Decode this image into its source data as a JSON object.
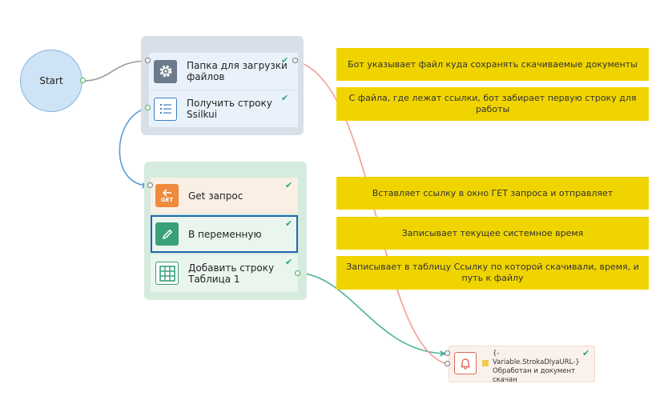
{
  "start": {
    "label": "Start"
  },
  "group1": {
    "nodes": [
      {
        "label_line1": "Папка для загрузки",
        "label_line2": "файлов",
        "icon": "gear-icon",
        "status": "✔"
      },
      {
        "label_line1": "Получить строку",
        "label_line2": "Ssilkui",
        "icon": "list-icon",
        "status": "✔"
      }
    ]
  },
  "group2": {
    "nodes": [
      {
        "label_line1": "Get запрос",
        "icon": "get-arrow-icon",
        "icon_text": "GET",
        "status": "✔"
      },
      {
        "label_line1": "В переменную",
        "icon": "pencil-icon",
        "status": "✔"
      },
      {
        "label_line1": "Добавить строку",
        "label_line2": "Таблица 1",
        "icon": "table-icon",
        "status": "✔"
      }
    ]
  },
  "end_node": {
    "line1": "{-Variable.StrokaDlyaURL-}",
    "line2": "Обработан и документ",
    "line3": "скачан",
    "icon": "bell-icon",
    "status": "✔"
  },
  "notes": [
    "Бот указывает файл куда сохранять скачиваемые документы",
    "С файла, где лежат ссылки, бот забирает первую строку для работы",
    "Вставляет ссылку в окно ГЕТ запроса и отправляет",
    "Записывает текущее системное время",
    "Записывает в таблицу Ссылку по которой скачивали, время, и путь к файлу"
  ],
  "colors": {
    "wire_gray": "#9a9a9a",
    "wire_blue": "#5b9bd5",
    "wire_teal": "#4fb39a",
    "wire_red": "#f0a097",
    "note_bg": "#f0d400",
    "check": "#2aa876"
  }
}
